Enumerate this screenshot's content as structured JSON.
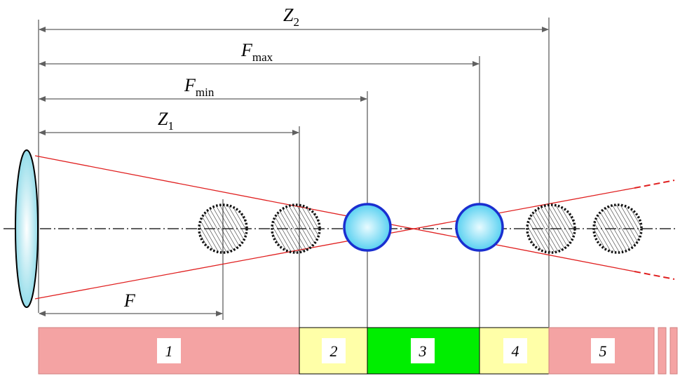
{
  "dimensions": {
    "z2": {
      "base": "Z",
      "sub": "2"
    },
    "fmax": {
      "base": "F",
      "sub": "max"
    },
    "fmin": {
      "base": "F",
      "sub": "min"
    },
    "z1": {
      "base": "Z",
      "sub": "1"
    },
    "f": {
      "base": "F",
      "sub": ""
    }
  },
  "zones": [
    {
      "label": "1",
      "color": "#f4a3a3"
    },
    {
      "label": "2",
      "color": "#ffffa8"
    },
    {
      "label": "3",
      "color": "#00ee00"
    },
    {
      "label": "4",
      "color": "#ffffa8"
    },
    {
      "label": "5",
      "color": "#f4a3a3"
    }
  ],
  "colors": {
    "ray": "#e02020",
    "sharp_circle_fill": "#7fdcf0",
    "sharp_circle_stroke": "#1a2fd0",
    "lens_fill": "#8fe0ec",
    "dimension_line": "#606060",
    "axis": "#000000"
  }
}
